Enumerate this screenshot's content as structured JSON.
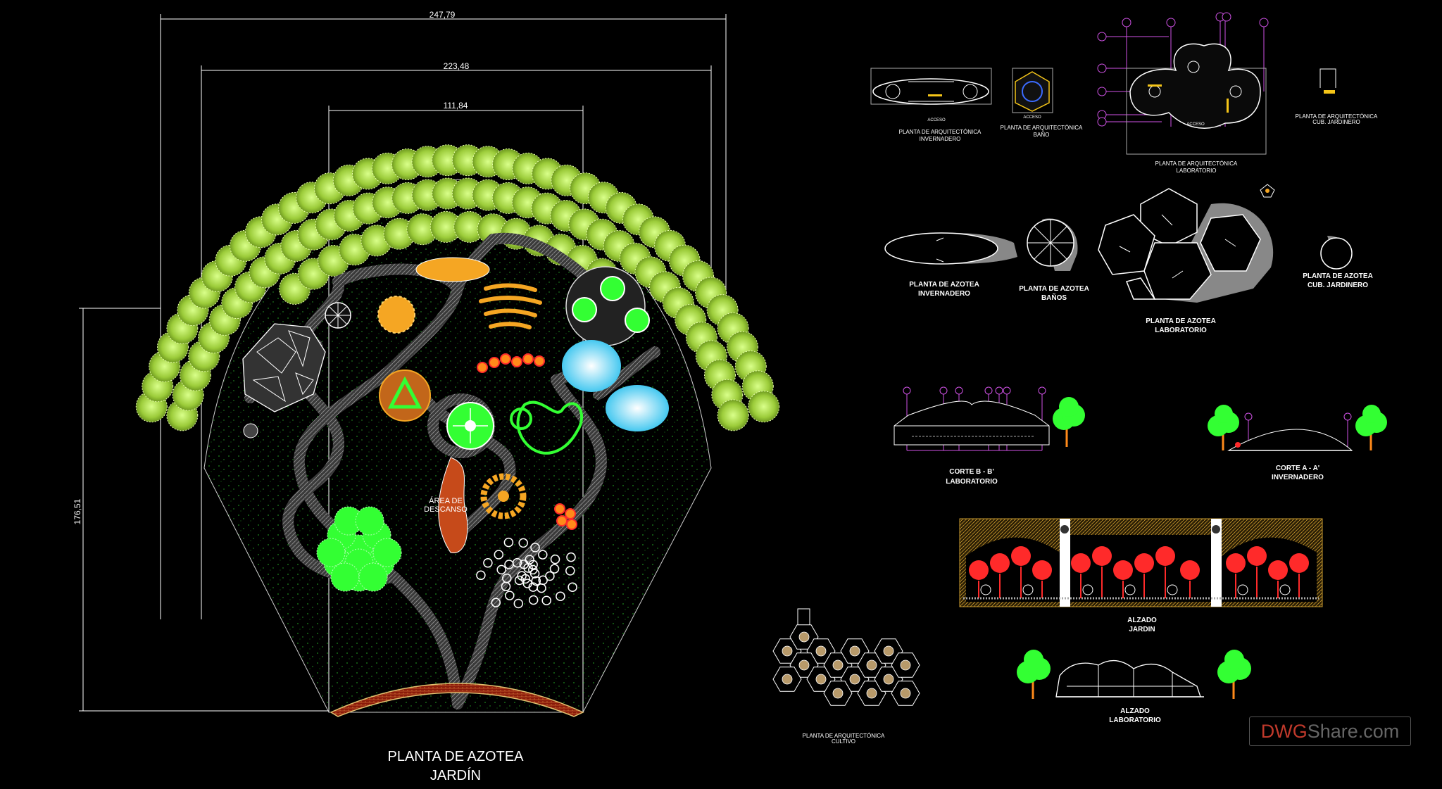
{
  "dimensions": {
    "width_total": "247,79",
    "width_mid": "223,48",
    "width_inner": "111,84",
    "height": "176,51"
  },
  "main_plan": {
    "title_line1": "PLANTA DE AZOTEA",
    "title_line2": "JARDÍN",
    "rest_area_line1": "ÁREA DE",
    "rest_area_line2": "DESCANSO"
  },
  "drawings": {
    "invernadero_plan": [
      "PLANTA DE ARQUITECTÓNICA",
      "INVERNADERO"
    ],
    "bano_plan": [
      "PLANTA DE ARQUITECTÓNICA",
      "BAÑO"
    ],
    "laboratorio_plan": [
      "PLANTA DE ARQUITECTÓNICA",
      "LABORATORIO"
    ],
    "jardinero_plan": [
      "PLANTA DE ARQUITECTÓNICA",
      "CUB. JARDINERO"
    ],
    "invernadero_roof": [
      "PLANTA DE AZOTEA",
      "INVERNADERO"
    ],
    "banos_roof": [
      "PLANTA DE AZOTEA",
      "BAÑOS"
    ],
    "laboratorio_roof": [
      "PLANTA DE AZOTEA",
      "LABORATORIO"
    ],
    "jardinero_roof": [
      "PLANTA DE AZOTEA",
      "CUB. JARDINERO"
    ],
    "corte_bb": [
      "CORTE B - B'",
      "LABORATORIO"
    ],
    "corte_aa": [
      "CORTE A - A'",
      "INVERNADERO"
    ],
    "alzado_jardin": [
      "ALZADO",
      "JARDIN"
    ],
    "alzado_lab": [
      "ALZADO",
      "LABORATORIO"
    ],
    "cultivo_plan": [
      "PLANTA DE ARQUITECTÓNICA",
      "CULTIVO"
    ]
  },
  "access_label": "ACCESO",
  "watermark": {
    "brand": "DWG",
    "rest": "Share.com"
  },
  "colors": {
    "background": "#000000",
    "tree_green": "#9ccc3a",
    "bright_green": "#33ff33",
    "orange": "#f5a623",
    "red": "#ff2a2a",
    "water": "#8fe8ff",
    "magenta": "#d052e6",
    "path_gray": "#7a7a7a"
  }
}
